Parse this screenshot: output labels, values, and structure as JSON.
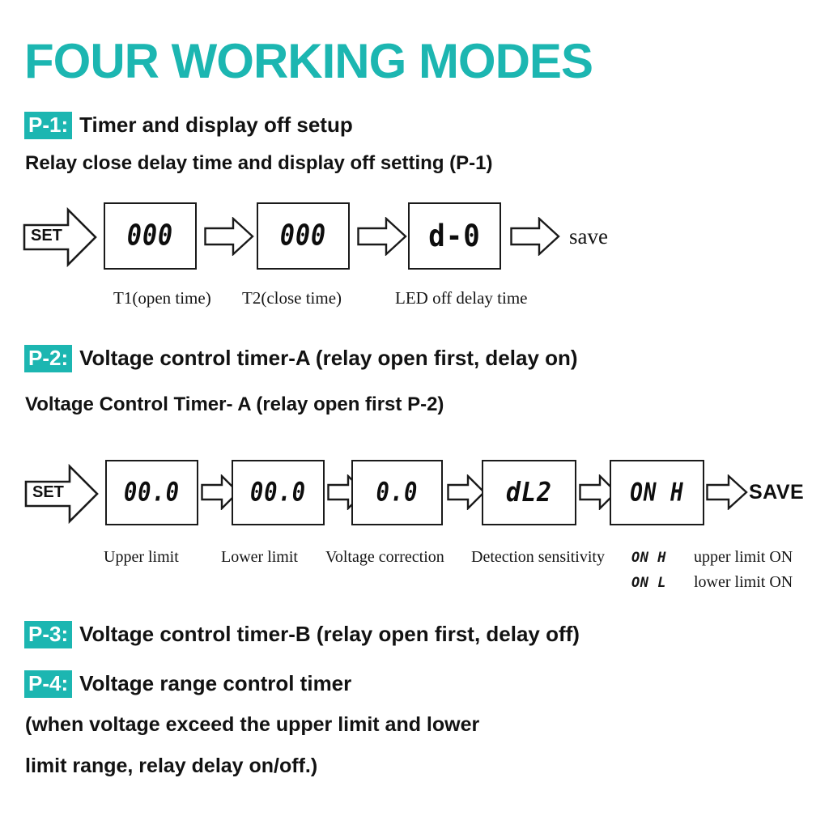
{
  "title": "FOUR WORKING MODES",
  "accent_color": "#1cb6b1",
  "text_color": "#121212",
  "modes": [
    {
      "tag": "P-1:",
      "text": "Timer and display off setup"
    },
    {
      "tag": "P-2:",
      "text": "Voltage control timer-A (relay open first, delay on)"
    },
    {
      "tag": "P-3:",
      "text": "Voltage control timer-B (relay open first, delay off)"
    },
    {
      "tag": "P-4:",
      "text": "Voltage range control timer"
    }
  ],
  "sub_headings": {
    "p1": "Relay close delay time and display off setting (P-1)",
    "p2": "Voltage Control Timer- A (relay open first P-2)"
  },
  "p4_note": {
    "line1": "(when voltage exceed the upper limit and lower",
    "line2": "limit range, relay delay on/off.)"
  },
  "flow_p1": {
    "start_label": "SET",
    "end_label": "save",
    "steps": [
      {
        "display": "000",
        "caption": "T1(open time)"
      },
      {
        "display": "000",
        "caption": "T2(close time)"
      },
      {
        "display": "d-0",
        "caption": "LED off delay time"
      }
    ]
  },
  "flow_p2": {
    "start_label": "SET",
    "end_label": "SAVE",
    "steps": [
      {
        "display": "00.0",
        "caption": "Upper limit"
      },
      {
        "display": "00.0",
        "caption": "Lower limit"
      },
      {
        "display": "0.0",
        "caption": "Voltage correction"
      },
      {
        "display": "dL2",
        "caption": "Detection sensitivity"
      },
      {
        "display": "ON H",
        "caption": ""
      }
    ],
    "legend": [
      {
        "code": "ON  H",
        "meaning": "upper limit ON"
      },
      {
        "code": "ON  L",
        "meaning": "lower limit ON"
      }
    ]
  }
}
